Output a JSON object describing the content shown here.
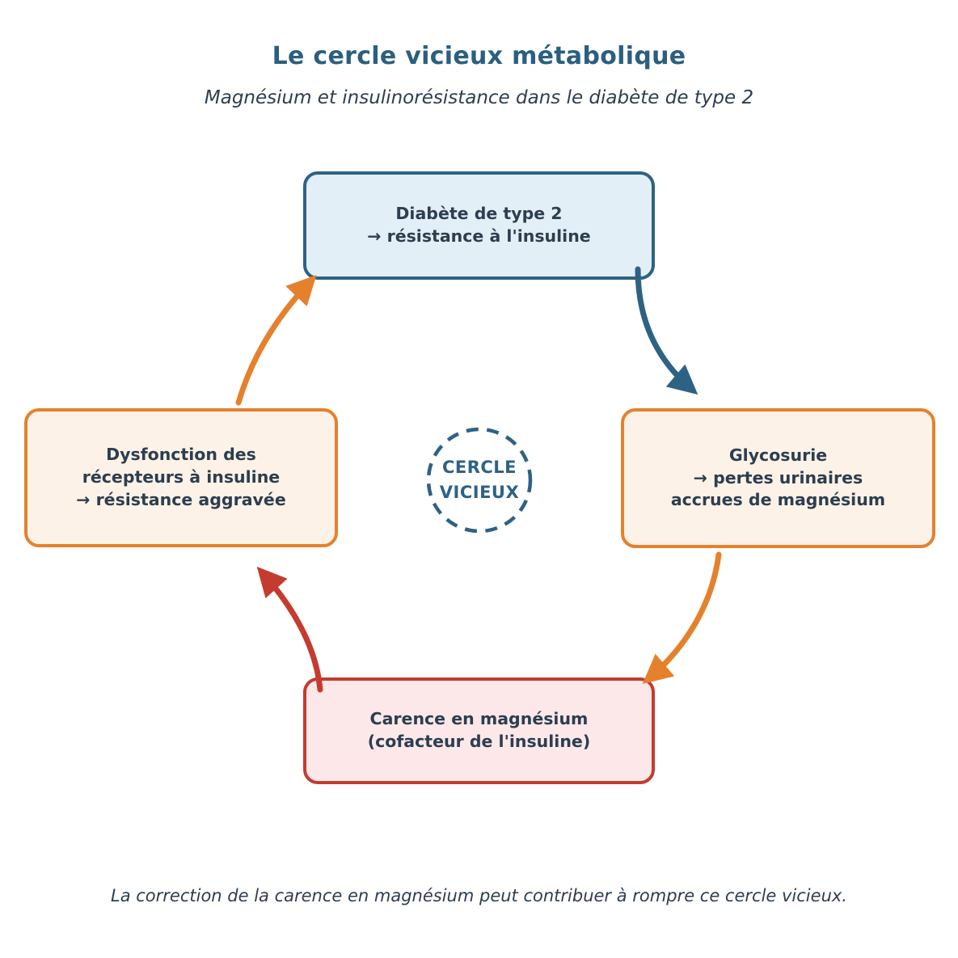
{
  "title": "Le cercle vicieux métabolique",
  "subtitle": "Magnésium et insulinorésistance dans le diabète de type 2",
  "footer": "La correction de la carence en magnésium peut contribuer à rompre ce cercle vicieux.",
  "center_badge": {
    "label": "CERCLE\nVICIEUX"
  },
  "nodes": {
    "top": {
      "label": "Diabète de type 2\n→ résistance à l'insuline"
    },
    "right": {
      "label": "Glycosurie\n→ pertes urinaires\naccrues de magnésium"
    },
    "bottom": {
      "label": "Carence en magnésium\n(cofacteur de l'insuline)"
    },
    "left": {
      "label": "Dysfonction des\nrécepteurs à insuline\n→ résistance aggravée"
    }
  },
  "arrows": [
    {
      "from": "top",
      "to": "right",
      "color_key": "teal"
    },
    {
      "from": "right",
      "to": "bottom",
      "color_key": "orange"
    },
    {
      "from": "bottom",
      "to": "left",
      "color_key": "red"
    },
    {
      "from": "left",
      "to": "top",
      "color_key": "orange"
    }
  ],
  "colors": {
    "title_teal": "#2b5f80",
    "teal": "#2e6284",
    "orange": "#e5812c",
    "red": "#c43b30",
    "text_dark": "#2c3e50",
    "blue_fill": "#e3eff7",
    "peach_fill": "#fdf2e7",
    "pink_fill": "#fce8e8"
  }
}
